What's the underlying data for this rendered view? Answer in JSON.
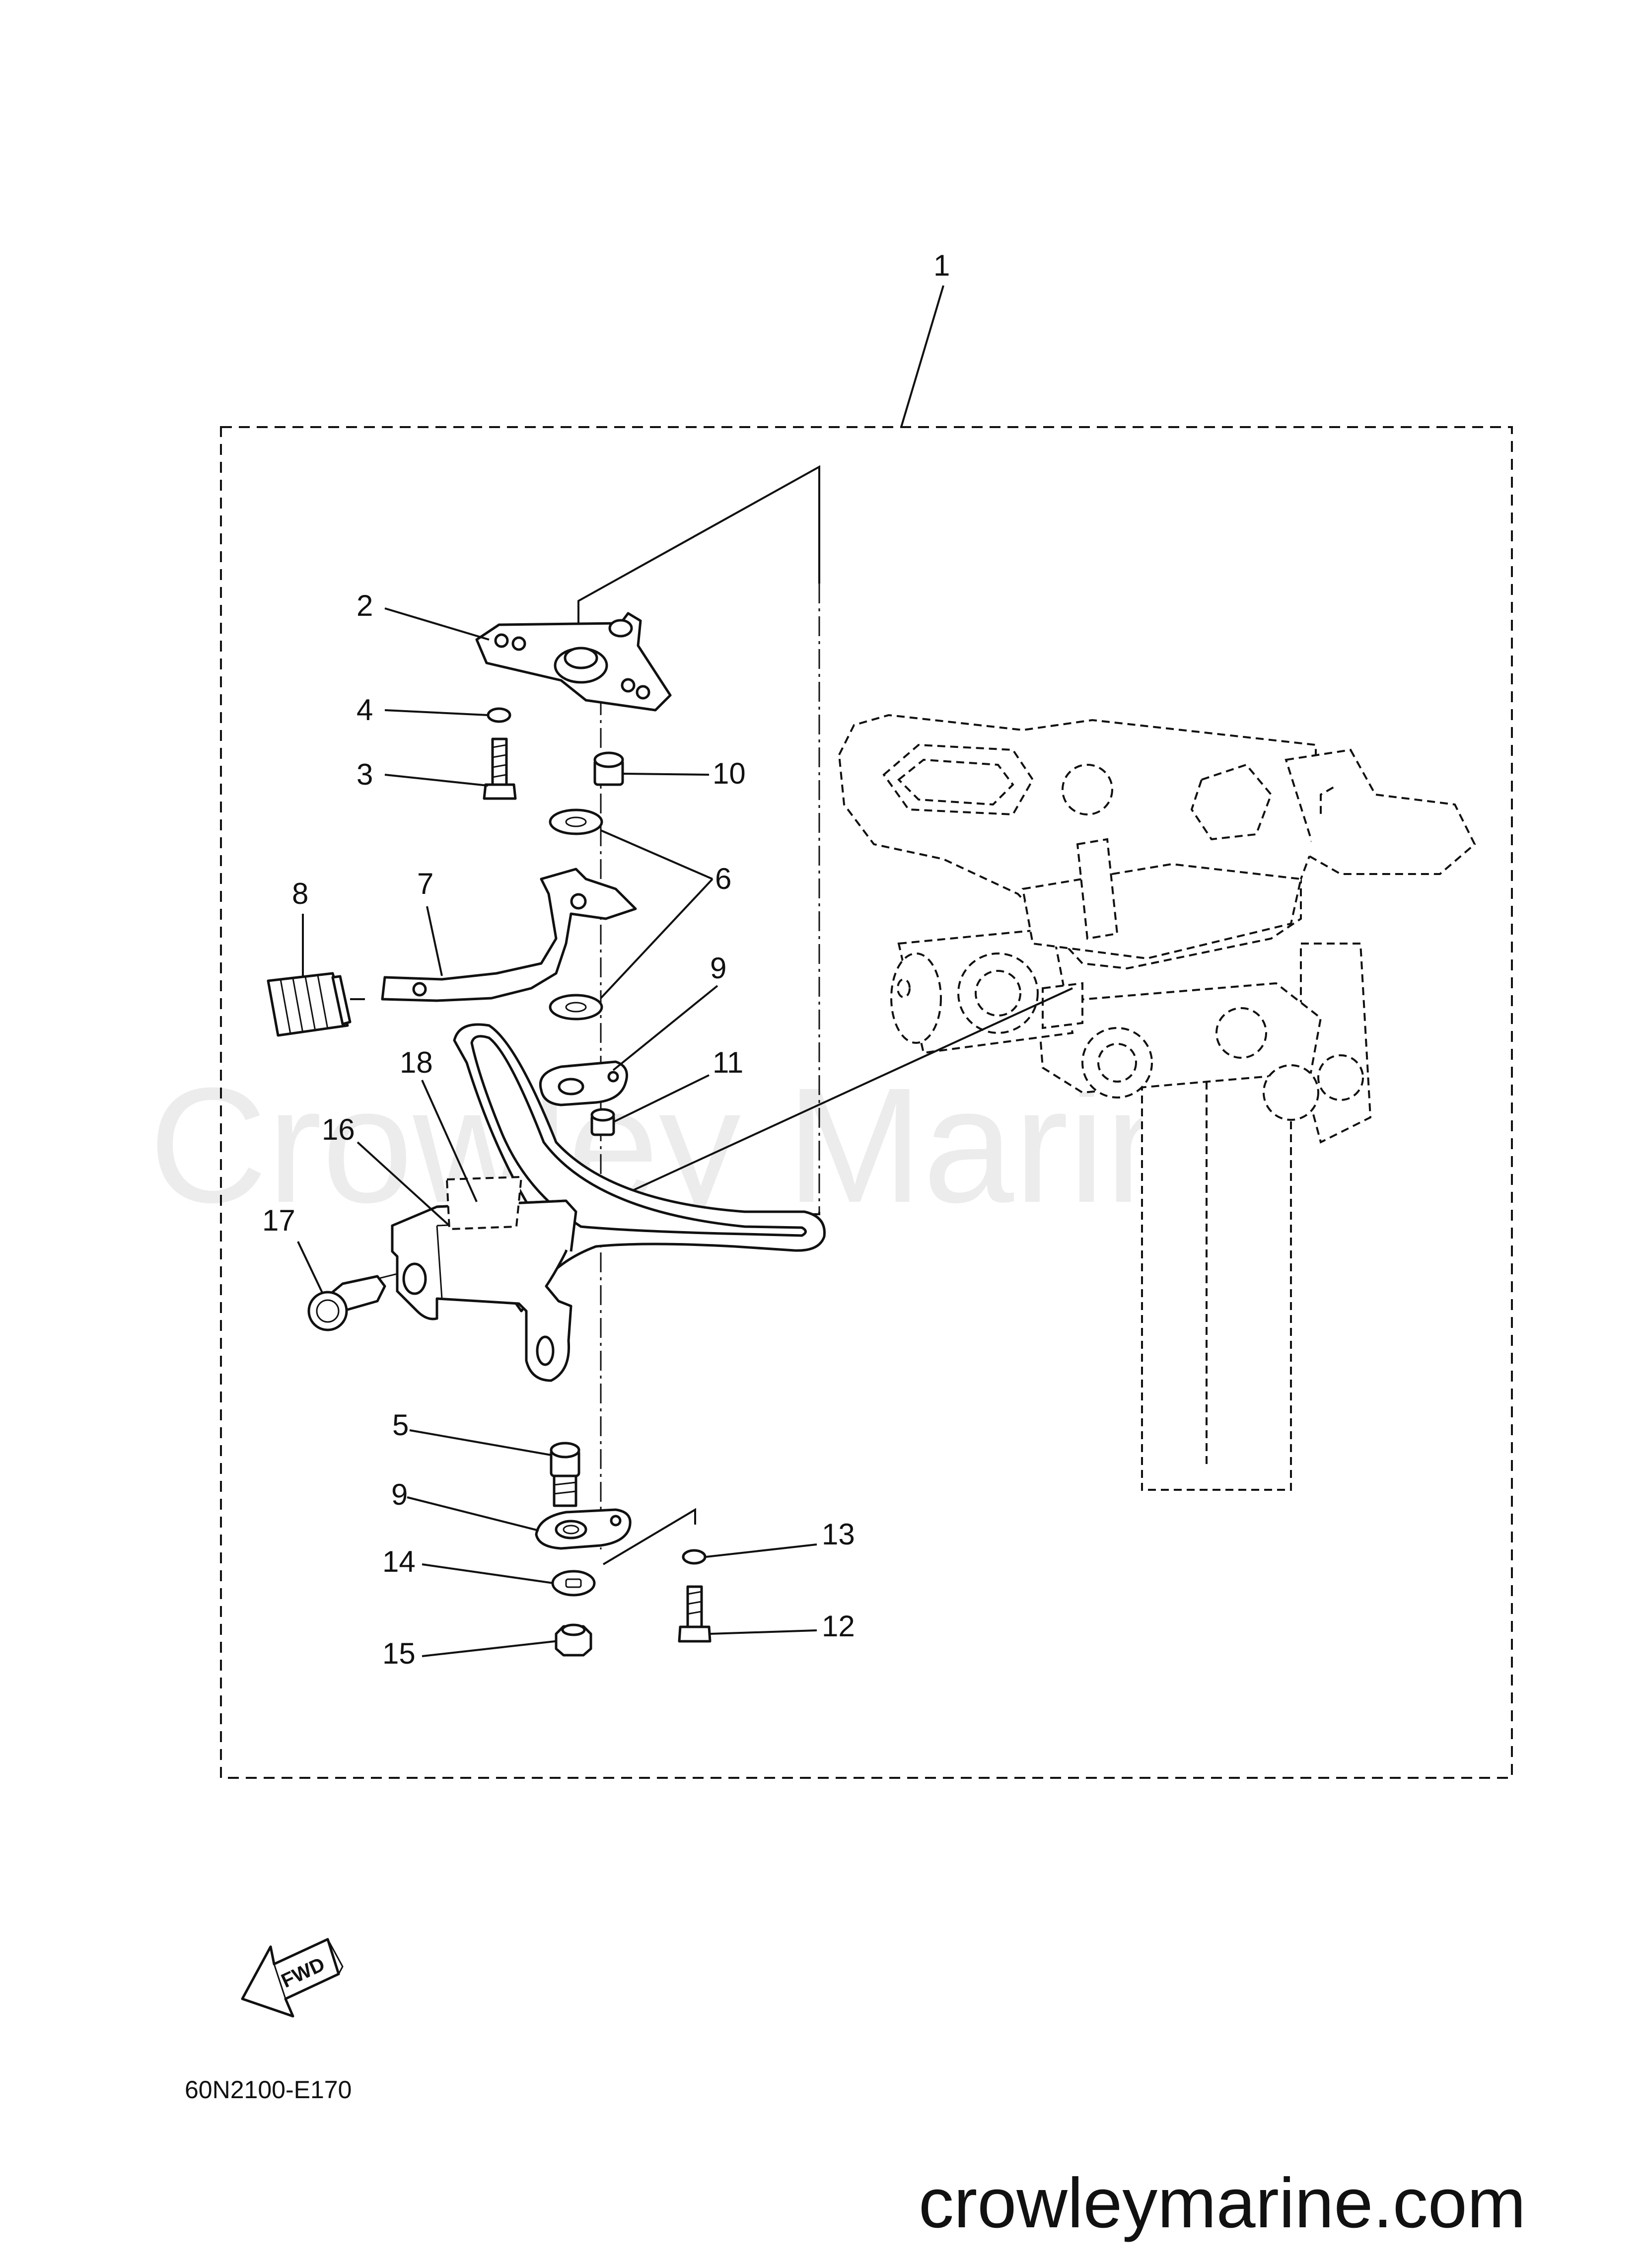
{
  "watermark": "Crowley Marine",
  "website": "crowleymarine.com",
  "diagram_code": "60N2100-E170",
  "fwd_label": "FWD",
  "callouts": {
    "c1": "1",
    "c2": "2",
    "c3": "3",
    "c4": "4",
    "c5": "5",
    "c6": "6",
    "c7": "7",
    "c8": "8",
    "c9a": "9",
    "c9b": "9",
    "c10": "10",
    "c11": "11",
    "c12": "12",
    "c13": "13",
    "c14": "14",
    "c15": "15",
    "c16": "16",
    "c17": "17",
    "c18": "18"
  }
}
